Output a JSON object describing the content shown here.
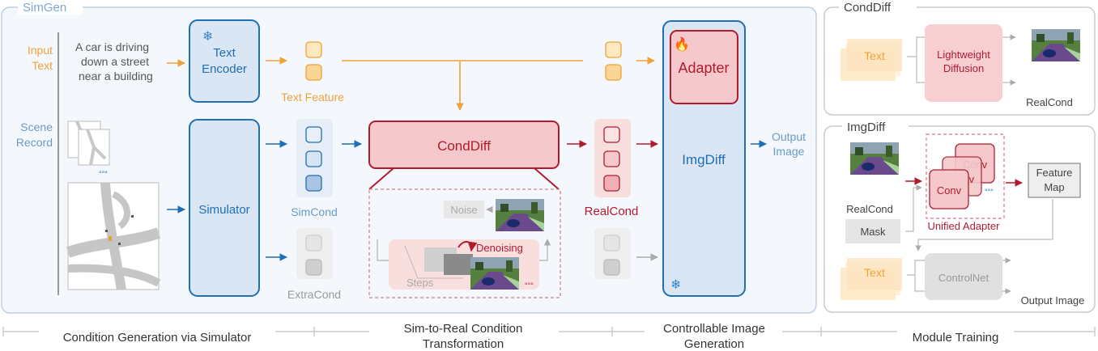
{
  "sections": {
    "simgen_title": "SimGen",
    "conddiff_title": "CondDiff",
    "imgdiff_title": "ImgDiff"
  },
  "inputs": {
    "input_text_label": [
      "Input",
      "Text"
    ],
    "scene_record_label": [
      "Scene",
      "Record"
    ],
    "prompt_lines": [
      "A car is driving",
      "down a street",
      "near a building"
    ]
  },
  "modules": {
    "text_encoder": [
      "Text",
      "Encoder"
    ],
    "simulator": "Simulator",
    "conddiff": "CondDiff",
    "adapter": "Adapter",
    "imgdiff": "ImgDiff"
  },
  "labels": {
    "text_feature": "Text Feature",
    "simcond": "SimCond",
    "extracond": "ExtraCond",
    "realcond": "RealCond",
    "output_image": [
      "Output",
      "Image"
    ],
    "noise": "Noise",
    "denoising": "Denoising",
    "steps": "Steps",
    "ellipsis": "°°°"
  },
  "conddiff_panel": {
    "text": "Text",
    "lightweight_diffusion": [
      "Lightweight",
      "Diffusion"
    ],
    "realcond": "RealCond"
  },
  "imgdiff_panel": {
    "realcond": "RealCond",
    "mask": "Mask",
    "conv": "Conv",
    "unified_adapter": "Unified Adapter",
    "feature_map": [
      "Feature",
      "Map"
    ],
    "text": "Text",
    "controlnet": "ControlNet",
    "output_image": "Output Image"
  },
  "footer": {
    "stage1": "Condition Generation via Simulator",
    "stage2": [
      "Sim-to-Real Condition",
      "Transformation"
    ],
    "stage3": [
      "Controllable Image",
      "Generation"
    ],
    "stage4": "Module Training"
  },
  "icons": {
    "frozen": "snowflake-icon",
    "trainable": "flame-icon"
  },
  "colors": {
    "orange": "#f0a23a",
    "blue": "#1f6fb5",
    "red": "#b01c2e",
    "gray": "#9a9a9a"
  }
}
